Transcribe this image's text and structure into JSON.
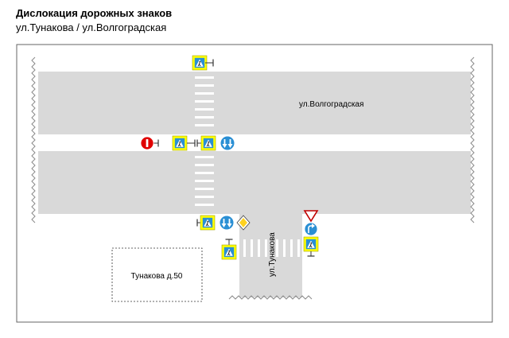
{
  "header": {
    "title": "Дислокация дорожных знаков",
    "subtitle": "ул.Тунакова /  ул.Волгоградская"
  },
  "streets": {
    "volgogradskaya": "ул.Волгоградская",
    "tunakova": "ул.Тунакова"
  },
  "building": {
    "label": "Тунакова д.50"
  },
  "signs": [
    {
      "name": "pedestrian-crossing-sign",
      "location": "north crosswalk"
    },
    {
      "name": "no-entry-sign",
      "location": "median west"
    },
    {
      "name": "pedestrian-crossing-sign",
      "location": "median, west side"
    },
    {
      "name": "pedestrian-crossing-sign",
      "location": "median, east side"
    },
    {
      "name": "keep-right-left-sign",
      "location": "median"
    },
    {
      "name": "pedestrian-crossing-sign",
      "location": "south crosswalk"
    },
    {
      "name": "keep-right-left-sign",
      "location": "south crosswalk"
    },
    {
      "name": "main-road-sign",
      "location": "south-east corner"
    },
    {
      "name": "yield-sign",
      "location": "Tunakova exit"
    },
    {
      "name": "turn-right-sign",
      "location": "Tunakova exit"
    },
    {
      "name": "pedestrian-crossing-sign",
      "location": "Tunakova crosswalk east"
    },
    {
      "name": "pedestrian-crossing-sign",
      "location": "Tunakova crosswalk west"
    }
  ],
  "colors": {
    "road": "#d9d9d9",
    "sign_yellow": "#ffff00",
    "sign_blue": "#2a8fd4",
    "prohibit_red": "#e00000",
    "main_road_yellow": "#ffd21f",
    "frame": "#666666"
  }
}
